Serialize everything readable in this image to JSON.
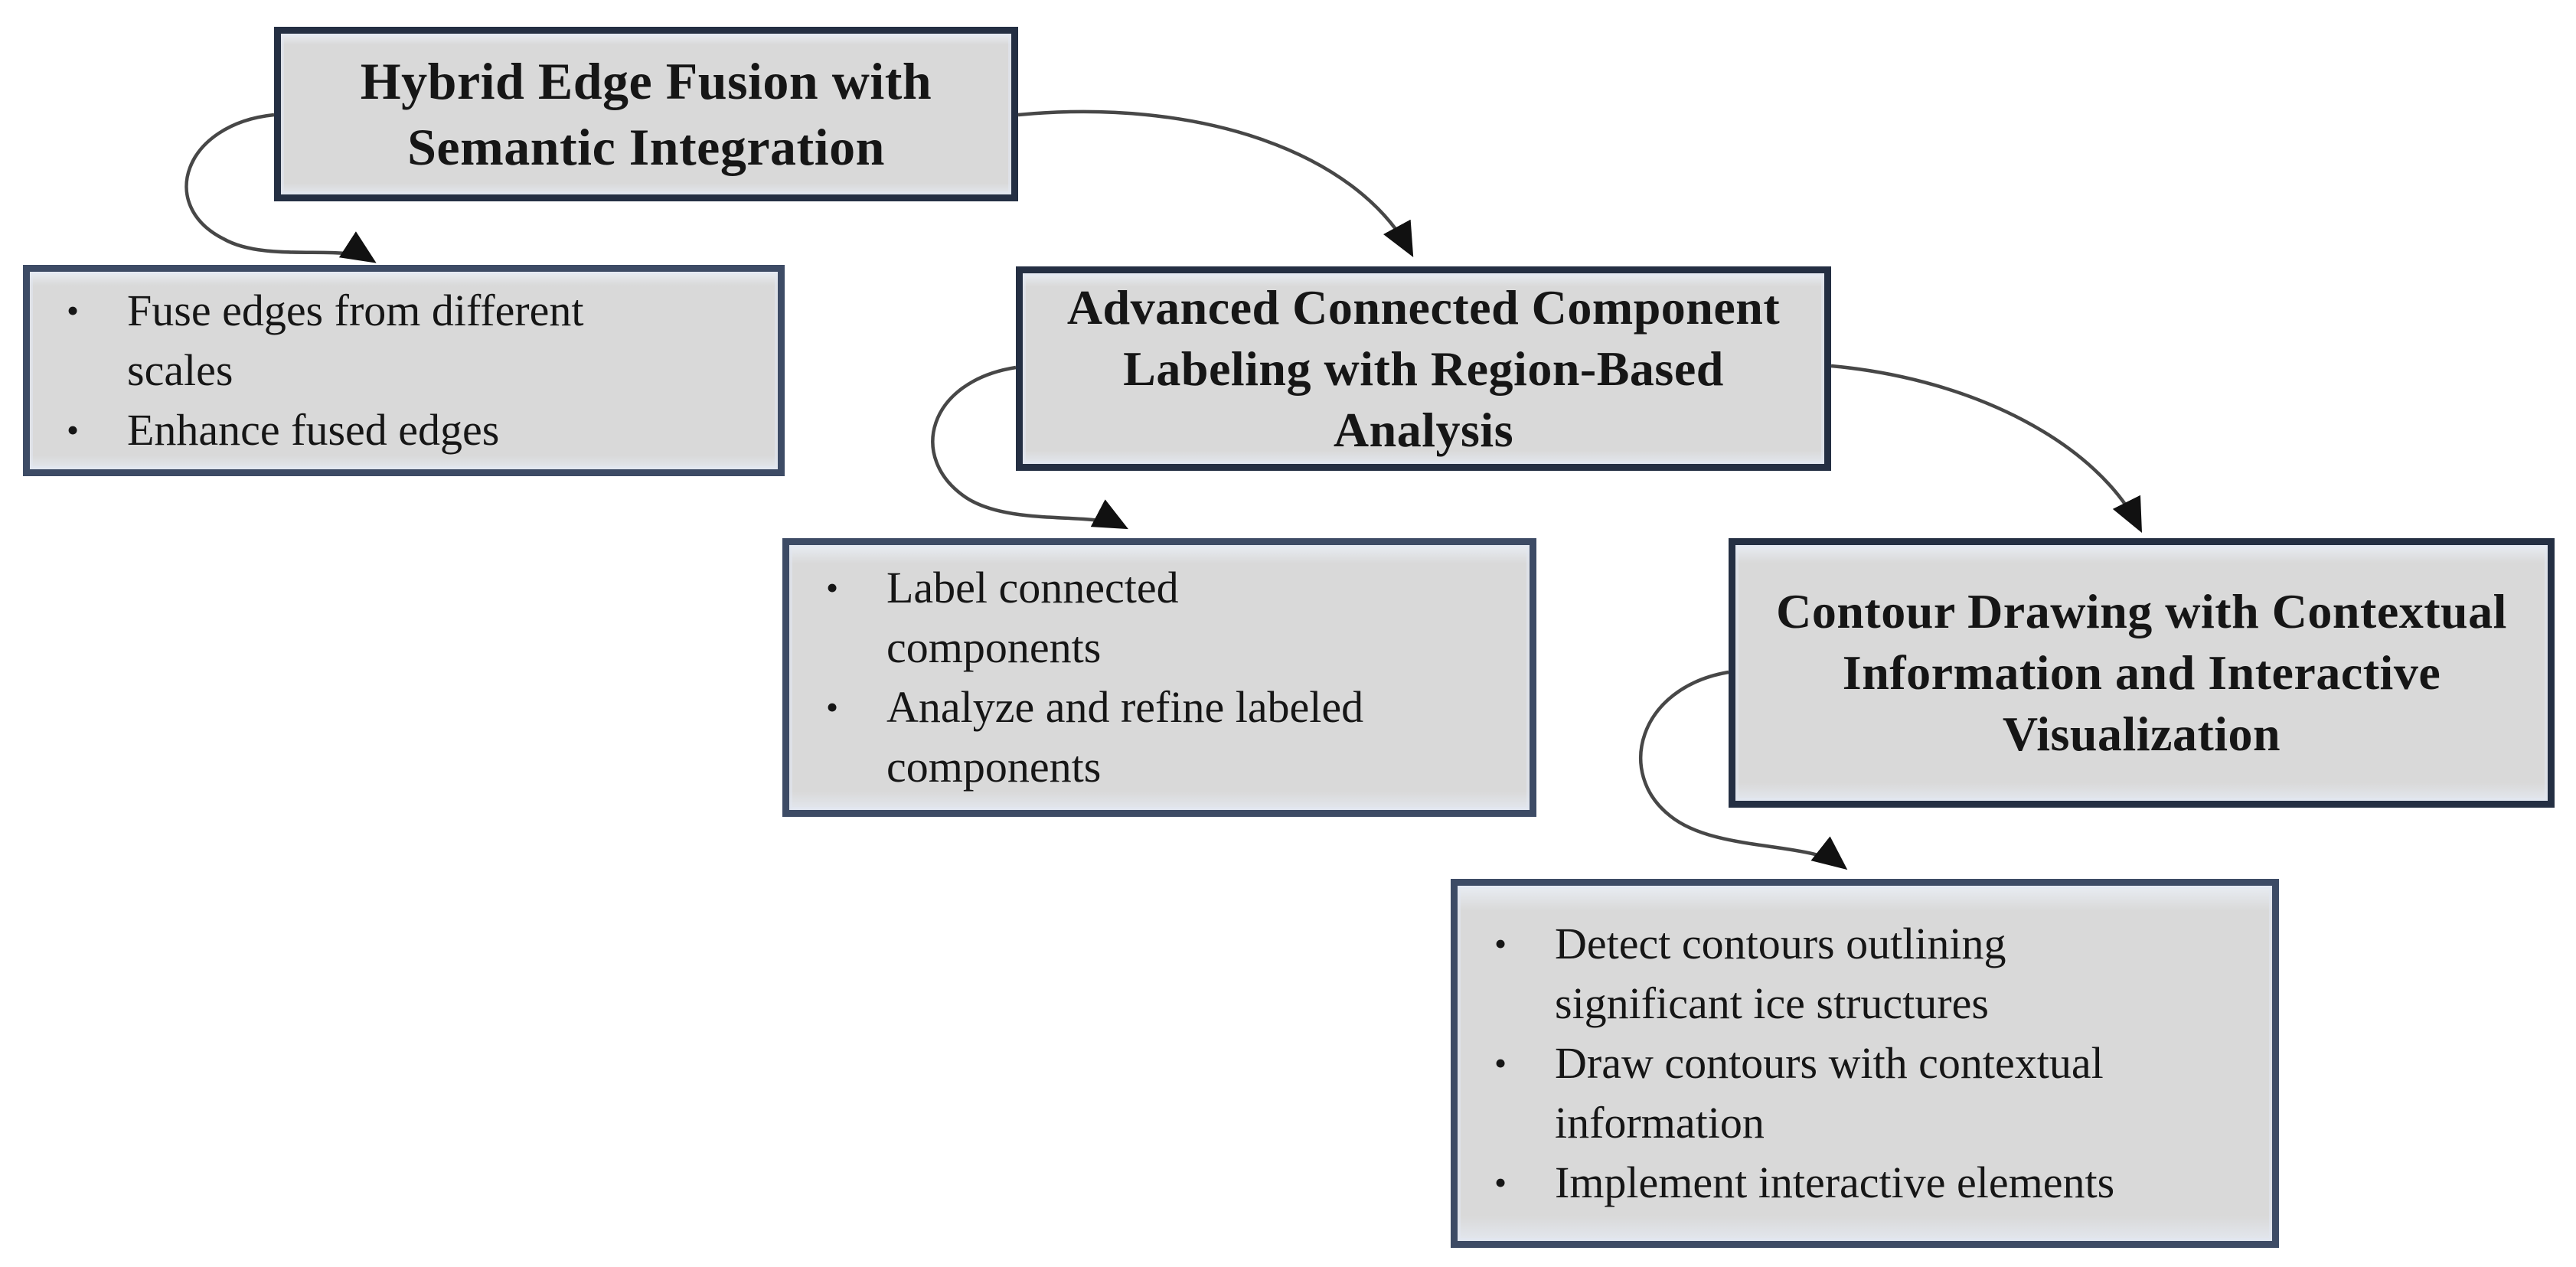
{
  "diagram": {
    "figure_type": "flowchart",
    "bullet_char": "•",
    "colors": {
      "background": "#ffffff",
      "box_fill": "#d9d9d9",
      "title_box_border": "#242f43",
      "detail_box_border": "#3d4b65",
      "arrow_line": "#474747",
      "arrowhead": "#111111",
      "text": "#161616"
    },
    "steps": [
      {
        "id": "step-1",
        "title": "Hybrid Edge Fusion with\nSemantic Integration",
        "details": [
          "Fuse edges from different\nscales",
          "Enhance fused edges"
        ]
      },
      {
        "id": "step-2",
        "title": "Advanced Connected Component\nLabeling with Region-Based\nAnalysis",
        "details": [
          "Label connected\ncomponents",
          "Analyze and refine labeled\ncomponents"
        ]
      },
      {
        "id": "step-3",
        "title": "Contour Drawing with Contextual\nInformation and Interactive\nVisualization",
        "details": [
          "Detect contours outlining\nsignificant ice structures",
          "Draw contours with contextual\ninformation",
          "Implement interactive elements"
        ]
      }
    ],
    "connections": [
      {
        "from": "step-1",
        "to": "step-1-details"
      },
      {
        "from": "step-1",
        "to": "step-2"
      },
      {
        "from": "step-2",
        "to": "step-2-details"
      },
      {
        "from": "step-2",
        "to": "step-3"
      },
      {
        "from": "step-3",
        "to": "step-3-details"
      }
    ]
  }
}
